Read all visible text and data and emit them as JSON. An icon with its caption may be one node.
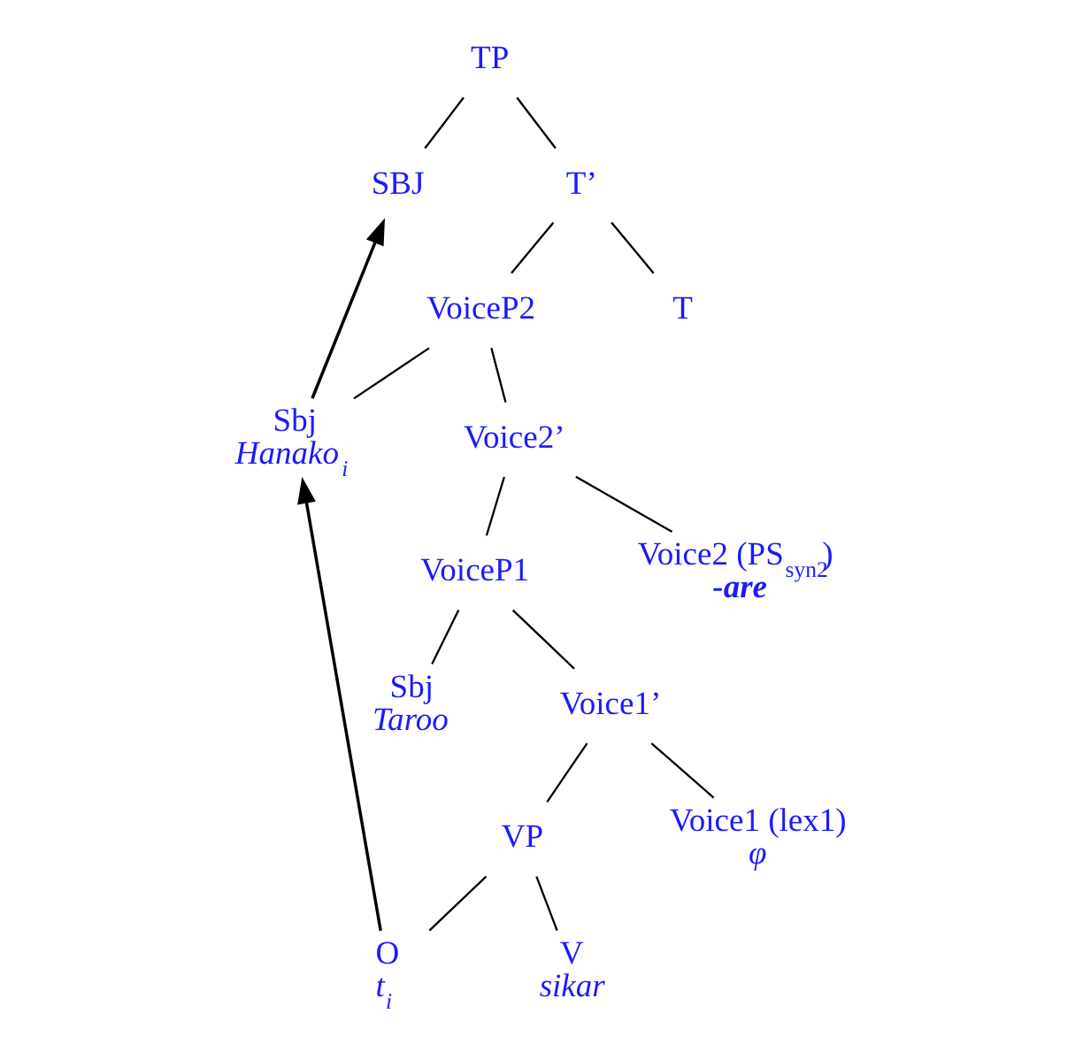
{
  "diagram": {
    "nodes": [
      {
        "text": [
          "TP"
        ]
      },
      {
        "text": [
          "SBJ"
        ]
      },
      {
        "text": [
          "T’"
        ]
      },
      {
        "text": [
          "VoiceP2"
        ]
      },
      {
        "text": [
          "T"
        ]
      },
      {
        "text": [
          "Sbj",
          "Hanako$_{i}$"
        ]
      },
      {
        "text": [
          "Voice2’"
        ]
      },
      {
        "text": [
          "VoiceP1"
        ]
      },
      {
        "text": [
          "Voice2 (PS$_{syn2}$)",
          "-are"
        ]
      },
      {
        "text": [
          "Sbj",
          "Taroo"
        ]
      },
      {
        "text": [
          "Voice1’"
        ]
      },
      {
        "text": [
          "VP"
        ]
      },
      {
        "text": [
          "Voice1 (lex1)",
          "φ"
        ]
      },
      {
        "text": [
          "O",
          "t$_{i}$"
        ]
      },
      {
        "text": [
          "V",
          "sikar"
        ]
      }
    ],
    "edges": [
      {
        "from": 0,
        "to": 1,
        "arrow": "none"
      },
      {
        "from": 0,
        "to": 2,
        "arrow": "none"
      },
      {
        "from": 2,
        "to": 3,
        "arrow": "none"
      },
      {
        "from": 2,
        "to": 4,
        "arrow": "none"
      },
      {
        "from": 3,
        "to": 5,
        "arrow": "none"
      },
      {
        "from": 3,
        "to": 6,
        "arrow": "none"
      },
      {
        "from": 6,
        "to": 7,
        "arrow": "none"
      },
      {
        "from": 6,
        "to": 8,
        "arrow": "none"
      },
      {
        "from": 7,
        "to": 9,
        "arrow": "none"
      },
      {
        "from": 7,
        "to": 10,
        "arrow": "none"
      },
      {
        "from": 10,
        "to": 11,
        "arrow": "none"
      },
      {
        "from": 10,
        "to": 12,
        "arrow": "none"
      },
      {
        "from": 11,
        "to": 13,
        "arrow": "none"
      },
      {
        "from": 11,
        "to": 14,
        "arrow": "none"
      },
      {
        "from": 13,
        "to": 5,
        "arrow": "to"
      },
      {
        "from": 5,
        "to": 1,
        "arrow": "to"
      }
    ]
  }
}
